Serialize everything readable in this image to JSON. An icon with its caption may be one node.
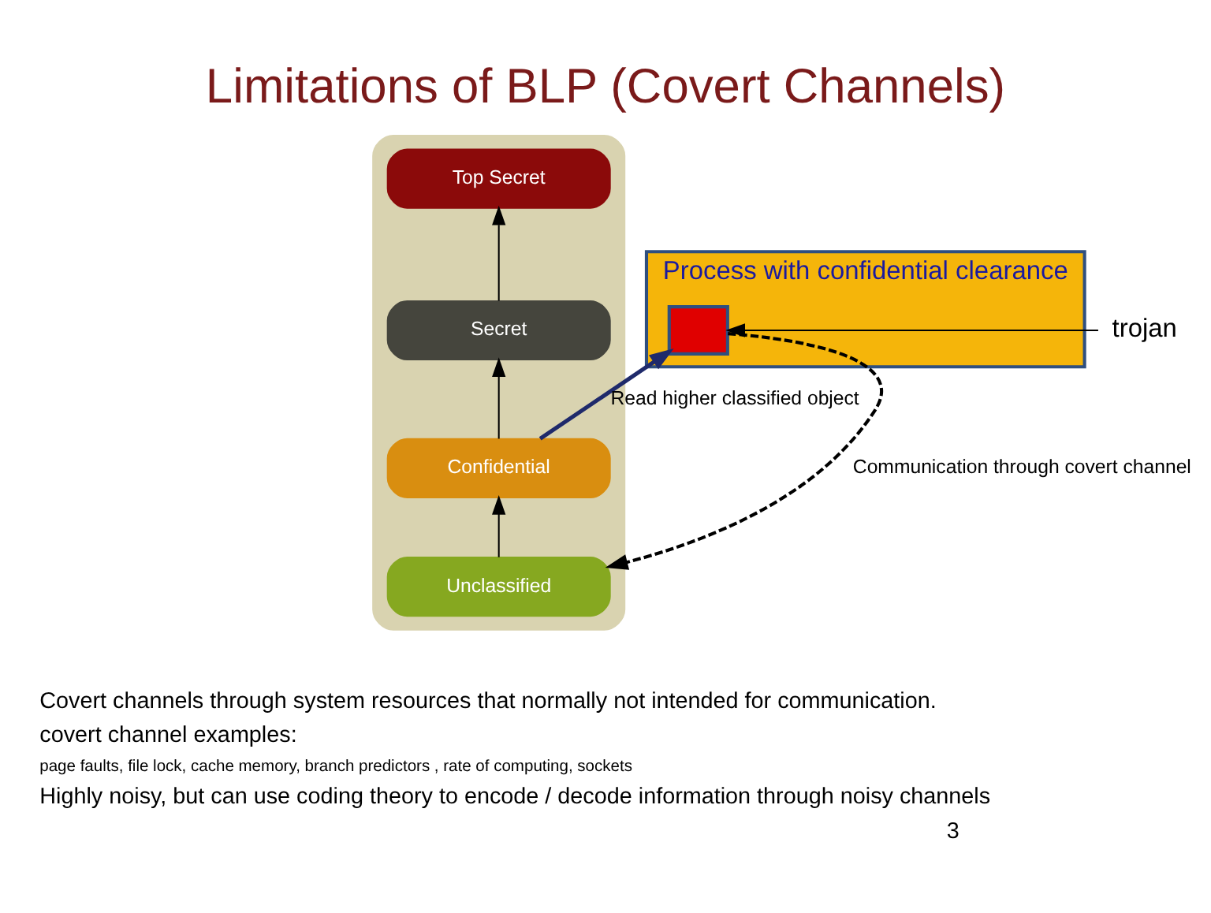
{
  "diagram": {
    "title": "Limitations of BLP (Covert Channels)",
    "nodes": [
      {
        "text": [],
        "shape": "box"
      },
      {
        "text": [
          "Top Secret"
        ],
        "in": 0
      },
      {
        "text": [
          "Secret"
        ],
        "in": 0
      },
      {
        "text": [
          "Confidential"
        ],
        "in": 0
      },
      {
        "text": [
          "Unclassified"
        ],
        "in": 0
      },
      {
        "text": [
          "Process with confidential clearance"
        ]
      },
      {
        "text": [],
        "shape": "box",
        "in": 5
      },
      {
        "text": [
          "trojan"
        ]
      }
    ],
    "edges": [
      {
        "from": 4,
        "to": 3,
        "arrow": "to"
      },
      {
        "from": 3,
        "to": 2,
        "arrow": "to"
      },
      {
        "from": 2,
        "to": 1,
        "arrow": "to"
      },
      {
        "from": 3,
        "to": 6,
        "arrow": "to",
        "label": "Read higher classified object",
        "color": "#1f2a6b",
        "style": "thick"
      },
      {
        "from": 6,
        "to": 4,
        "arrow": "to",
        "label": "Communication through covert channel",
        "style": "dashed"
      },
      {
        "from": 7,
        "to": 6,
        "arrow": "to"
      }
    ],
    "labels": [
      "Covert channels through system resources that normally not intended for communication.",
      "covert channel examples:",
      "page faults, file lock, cache memory, branch predictors , rate of computing, sockets",
      "Highly noisy, but can use coding theory to encode / decode information through noisy channels",
      "3"
    ]
  }
}
